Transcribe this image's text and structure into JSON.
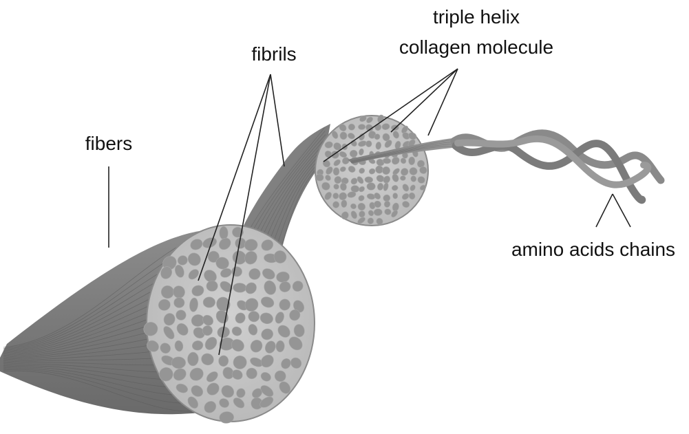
{
  "labels": {
    "fibers": "fibers",
    "fibrils": "fibrils",
    "triple_helix_line1": "triple helix",
    "triple_helix_line2": "collagen molecule",
    "amino_chains": "amino acids chains"
  },
  "colors": {
    "background": "#ffffff",
    "strand_dark": "#6f6f6f",
    "strand_mid": "#8a8a8a",
    "face_fill": "#c4c4c4",
    "fibril_fill": "#959595",
    "leader_line": "#222222",
    "label_text": "#111111"
  }
}
